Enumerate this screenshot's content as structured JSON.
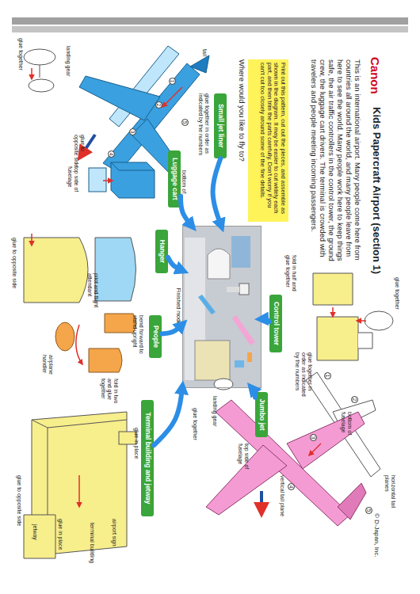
{
  "diagram": {
    "title": "Kids Papercraft Airport (section 1)",
    "nodes": [
      {
        "text": [
          "Print out this pattern, cut out the pieces, and assemble as shown in the diagram. It may be easier to cut widely each part, and then trim the parts carefully. Don't worry if you can't cut too closely around some of the fine details."
        ]
      },
      {
        "text": [
          "Small jet liner"
        ]
      },
      {
        "text": [
          "Luggage cart"
        ]
      },
      {
        "text": [
          "Hanger"
        ]
      },
      {
        "text": [
          "People"
        ]
      },
      {
        "text": [
          "Control tower"
        ]
      },
      {
        "text": [
          "Jumbo jet"
        ]
      },
      {
        "text": [
          "Terminal building and jetway"
        ]
      },
      {
        "text": [
          "Finished model"
        ]
      }
    ],
    "edges": [
      {
        "from": 1,
        "to": 8,
        "arrow": "to"
      },
      {
        "from": 2,
        "to": 8,
        "arrow": "to"
      },
      {
        "from": 3,
        "to": 8,
        "arrow": "to"
      },
      {
        "from": 4,
        "to": 8,
        "arrow": "to"
      },
      {
        "from": 5,
        "to": 8,
        "arrow": "to"
      },
      {
        "from": 6,
        "to": 8,
        "arrow": "to"
      },
      {
        "from": 7,
        "to": 8,
        "arrow": "to"
      }
    ],
    "labels": [
      "Canon",
      "This is an international airport. Many people come here from countries all around the world, and many people leave from here to see the world. Many people work here to keep things safe, the air traffic controllers in the control tower, the ground crew, the luggage cart drivers. The terminal is crowded with travelers and people meeting incoming passengers.",
      "Where would you like to fly to?",
      "© D-Japan, Inc.",
      "glue together",
      "fold in half and glue together",
      "glue together in order as indicated by the numbers",
      "bottom of fuselage",
      "horizontal tail planes",
      "top side of fuselage",
      "vertical tail plane",
      "landing gear",
      "glue together",
      "airport sign",
      "terminal building",
      "glue in place",
      "jetway",
      "glue to opposite side",
      "glue in place",
      "bend forward to stand upright",
      "fold in two and glue together",
      "pilot and flight attendant",
      "airplane handler",
      "glue to opposite side",
      "glue to opposite side",
      "tail",
      "top side of fuselage",
      "bottom of fuselage",
      "glue together in order as indicated by the numbers",
      "landing gear",
      "glue together",
      "1",
      "2",
      "3",
      "4",
      "5",
      "1",
      "2",
      "3",
      "4",
      "5"
    ]
  }
}
